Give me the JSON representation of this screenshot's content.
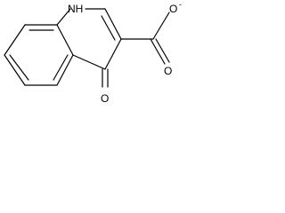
{
  "molecule": {
    "atom_labels": {
      "nh": "NH",
      "ketone_oxygen": "O",
      "carbonyl_oxygen": "O",
      "anion_oxygen": "O",
      "anion_charge": "-"
    }
  },
  "colors": {
    "bond": "#000000",
    "background": "#ffffff"
  }
}
